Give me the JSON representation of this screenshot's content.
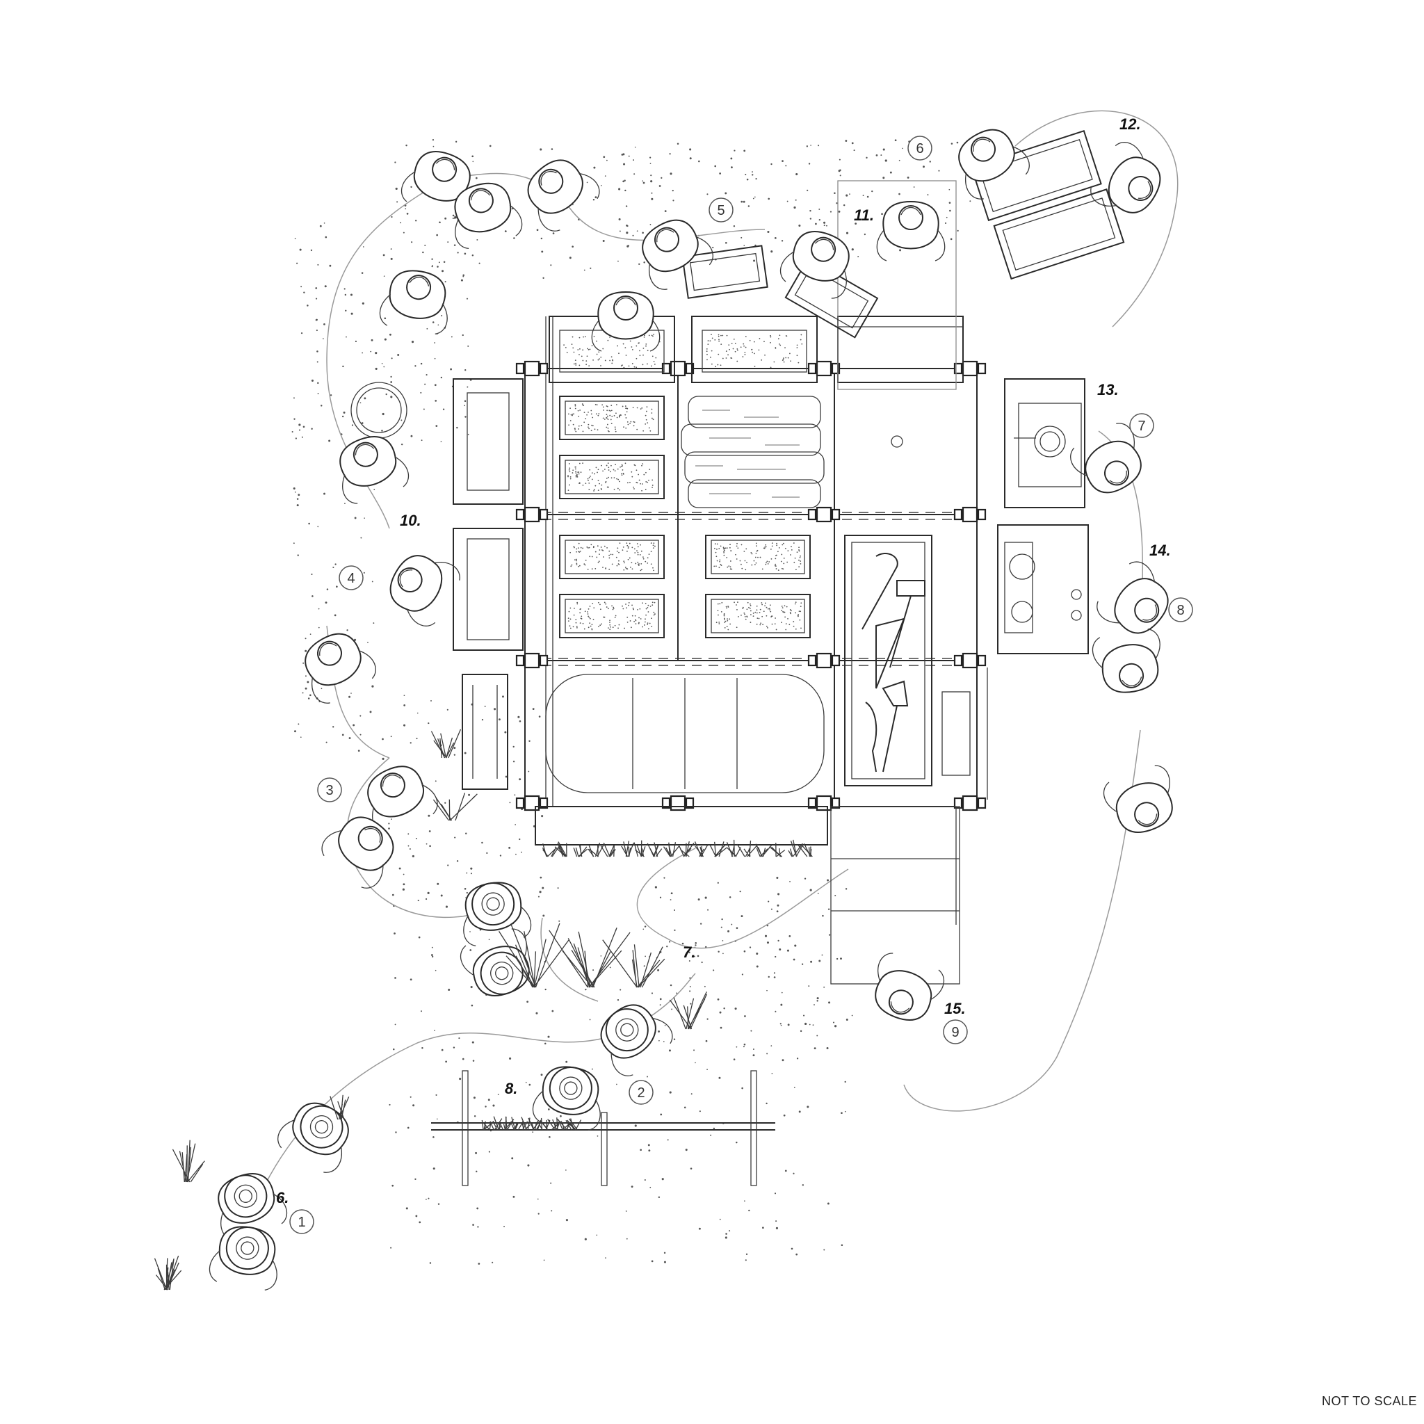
{
  "step_labels": [
    {
      "id": "6",
      "text": "6."
    },
    {
      "id": "7",
      "text": "7."
    },
    {
      "id": "8",
      "text": "8."
    },
    {
      "id": "10",
      "text": "10."
    },
    {
      "id": "11",
      "text": "11."
    },
    {
      "id": "12",
      "text": "12."
    },
    {
      "id": "13",
      "text": "13."
    },
    {
      "id": "14",
      "text": "14."
    },
    {
      "id": "15",
      "text": "15."
    }
  ],
  "stations": [
    "1",
    "2",
    "3",
    "4",
    "5",
    "6",
    "7",
    "8",
    "9"
  ],
  "footer": {
    "scale_note": "NOT TO SCALE"
  },
  "colors": {
    "line": "#2a2a2a",
    "path": "#9a9a9a",
    "background": "#ffffff"
  }
}
